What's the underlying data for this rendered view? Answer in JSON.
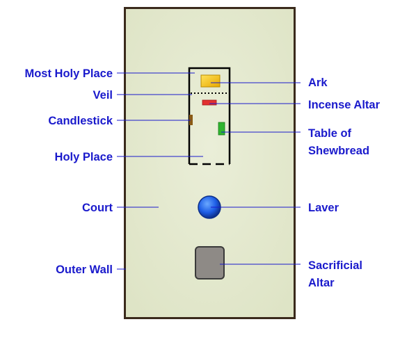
{
  "colors": {
    "label": "#1a1acc",
    "leader": "#1a1acc",
    "court_fill": "#e4e8cf",
    "outer_wall": "#3a2a1c",
    "tabernacle_outline": "#000000",
    "ark": "#f2c200",
    "incense_altar": "#e23030",
    "candlestick": "#8a5a16",
    "table_of_shewbread": "#2fb52f",
    "laver": "#1e5ee6",
    "sacrificial_altar": "#8e8a86"
  },
  "labels_left": {
    "most_holy_place": "Most Holy Place",
    "veil": "Veil",
    "candlestick": "Candlestick",
    "holy_place": "Holy Place",
    "court": "Court",
    "outer_wall": "Outer Wall"
  },
  "labels_right": {
    "ark": "Ark",
    "incense_altar": "Incense Altar",
    "table_of_shewbread_line1": "Table of",
    "table_of_shewbread_line2": "Shewbread",
    "laver": "Laver",
    "sacrificial_altar_line1": "Sacrificial",
    "sacrificial_altar_line2": "Altar"
  }
}
